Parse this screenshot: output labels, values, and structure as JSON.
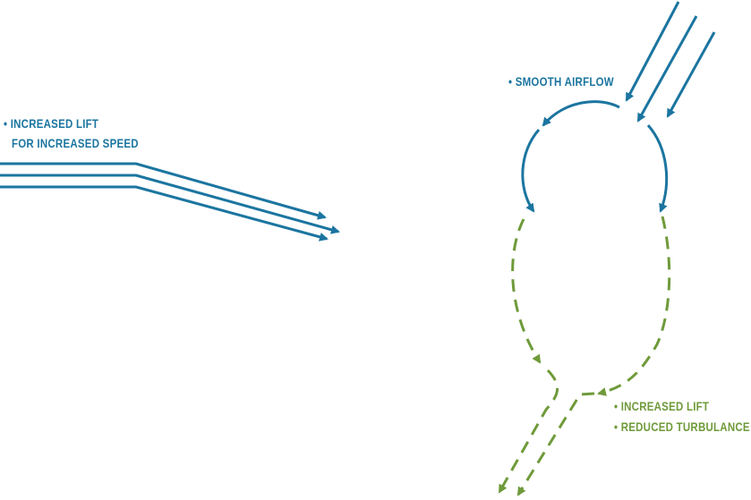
{
  "colors": {
    "airflow": "#1b75a0",
    "lift": "#6f9a3a"
  },
  "left_label": {
    "line1": "• INCREASED LIFT",
    "line2": "FOR INCREASED SPEED"
  },
  "right_labels": {
    "smooth": "• SMOOTH AIRFLOW",
    "lift": "• INCREASED LIFT",
    "turbulence": "• REDUCED TURBULANCE"
  }
}
